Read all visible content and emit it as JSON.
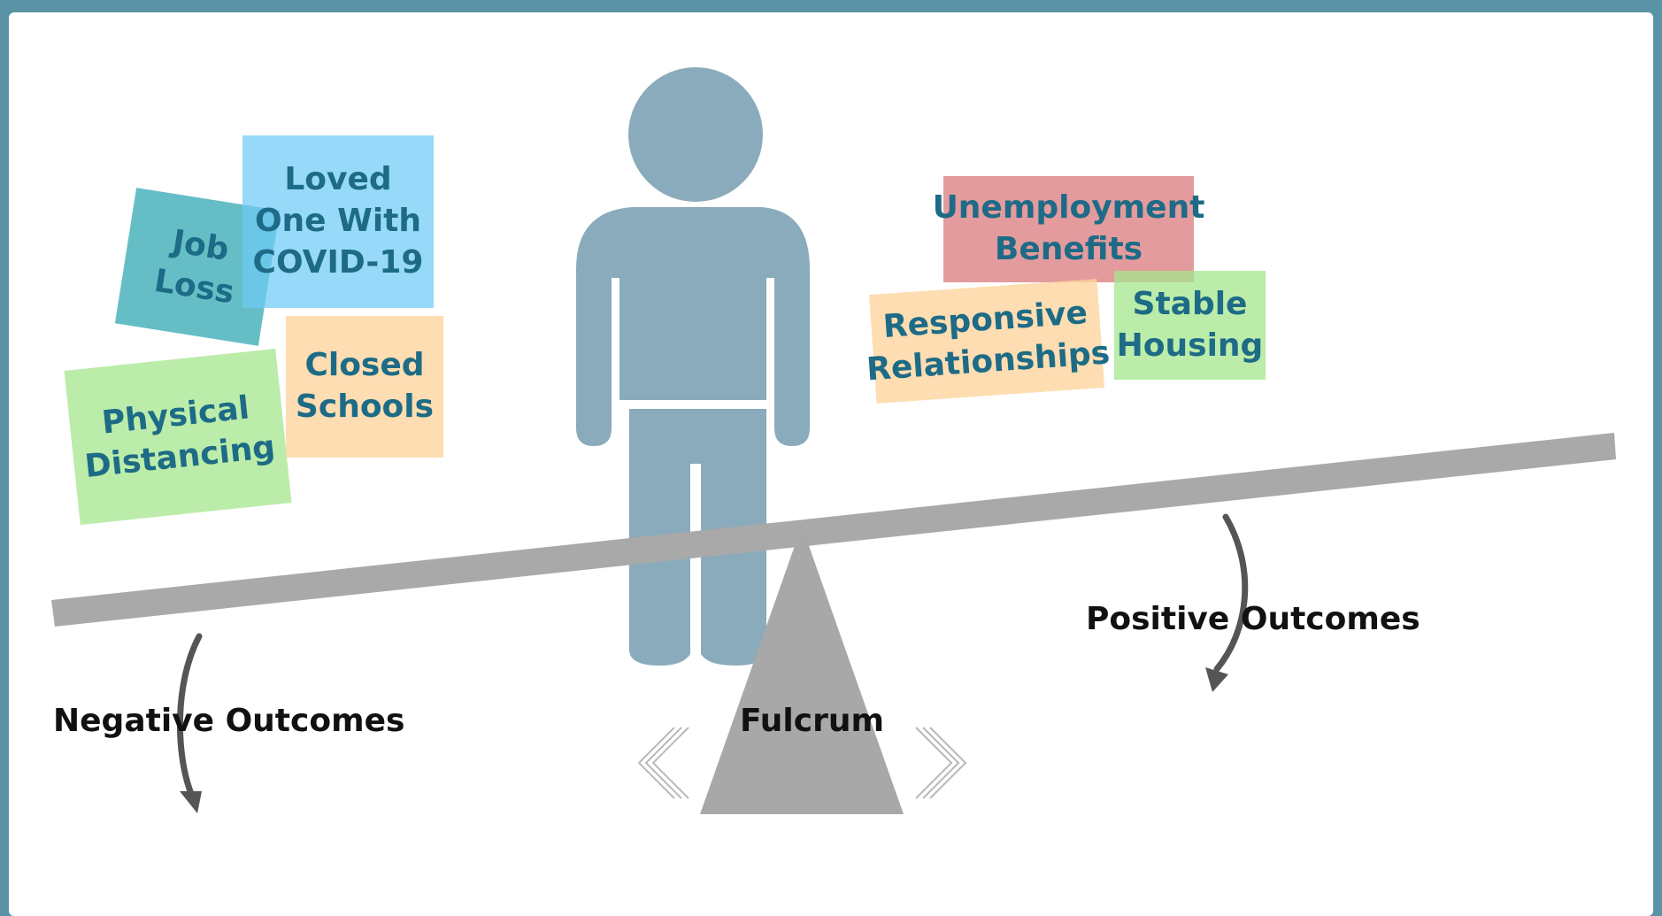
{
  "negative_factors": [
    {
      "id": "job_loss",
      "label": "Job Loss"
    },
    {
      "id": "loved_one",
      "label": "Loved One With COVID-19"
    },
    {
      "id": "physical_distancing",
      "label": "Physical Distancing"
    },
    {
      "id": "closed_schools",
      "label": "Closed Schools"
    }
  ],
  "positive_factors": [
    {
      "id": "unemployment_benefits",
      "label": "Unemployment Benefits"
    },
    {
      "id": "responsive_relationships",
      "label": "Responsive Relationships"
    },
    {
      "id": "stable_housing",
      "label": "Stable Housing"
    }
  ],
  "labels": {
    "negative_outcomes": "Negative Outcomes",
    "positive_outcomes": "Positive Outcomes",
    "fulcrum": "Fulcrum"
  },
  "colors": {
    "border": "#5b93a6",
    "person": "#8aabbb",
    "beam": "#a9a9a9",
    "fulcrum": "#a8a8a8",
    "card_text": "#1d6b86",
    "arrow": "#555555"
  }
}
